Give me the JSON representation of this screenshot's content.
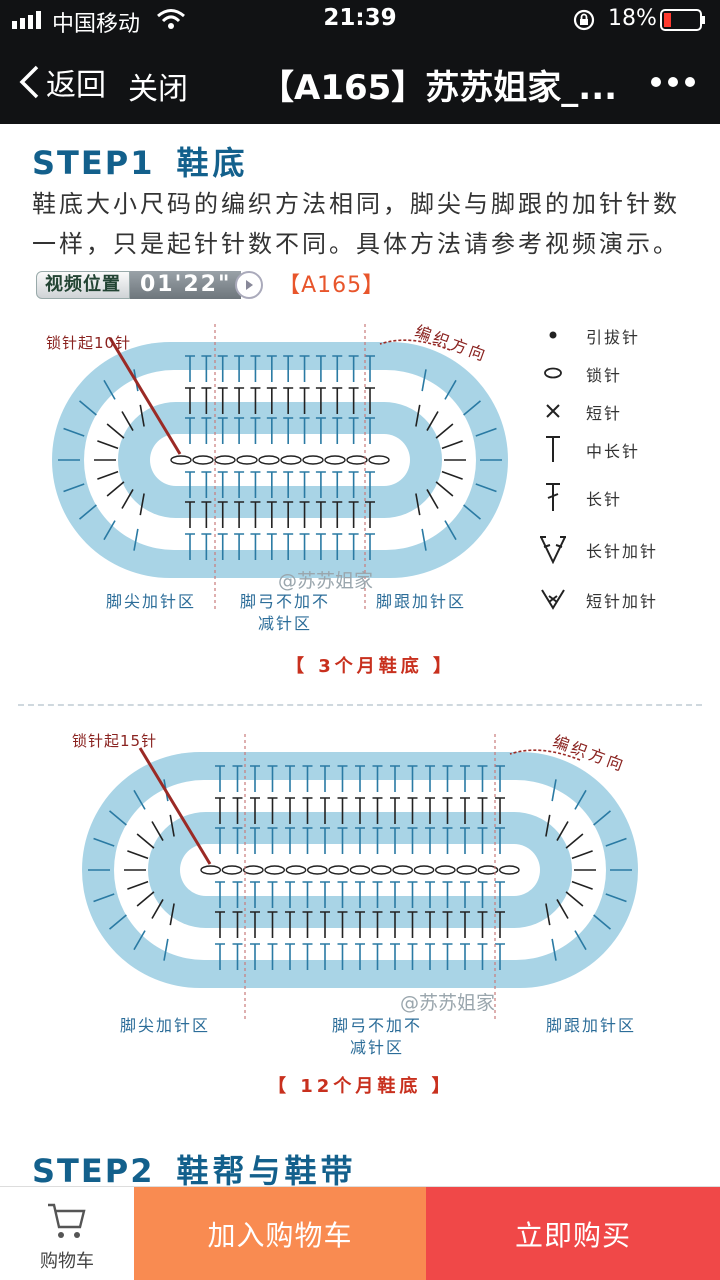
{
  "status_bar": {
    "carrier": "中国移动",
    "time": "21:39",
    "battery": "18%"
  },
  "nav": {
    "back_label": "返回",
    "close_label": "关闭",
    "title": "【A165】苏苏姐家_..."
  },
  "step1": {
    "step": "STEP1",
    "name": "鞋底",
    "description_a": "鞋底大小尺码的编织方法相同，脚尖与脚跟的加针针数一样，只是起针针数不同。具体方法请参考视频演示。",
    "video_label": "视频位置",
    "video_time": "01'22\"",
    "product_code": "【A165】"
  },
  "diagram1": {
    "chain_note": "锁针起10针",
    "direction": "编织方向",
    "watermark": "@苏苏姐家",
    "zone_toe": "脚尖加针区",
    "zone_arch_1": "脚弓不加不",
    "zone_arch_2": "减针区",
    "zone_heel": "脚跟加针区",
    "caption": "【 3个月鞋底 】"
  },
  "diagram2": {
    "chain_note": "锁针起15针",
    "direction": "编织方向",
    "watermark": "@苏苏姐家",
    "zone_toe": "脚尖加针区",
    "zone_arch_1": "脚弓不加不",
    "zone_arch_2": "减针区",
    "zone_heel": "脚跟加针区",
    "caption": "【 12个月鞋底 】"
  },
  "legend": [
    {
      "icon": "dot-icon",
      "label": "引拔针"
    },
    {
      "icon": "oval-icon",
      "label": "锁针"
    },
    {
      "icon": "cross-icon",
      "label": "短针"
    },
    {
      "icon": "half-double-icon",
      "label": "中长针"
    },
    {
      "icon": "double-icon",
      "label": "长针"
    },
    {
      "icon": "double-increase-icon",
      "label": "长针加针"
    },
    {
      "icon": "single-increase-icon",
      "label": "短针加针"
    }
  ],
  "step2": {
    "step": "STEP2",
    "name": "鞋帮与鞋带"
  },
  "bottom_bar": {
    "cart_label": "购物车",
    "add_to_cart": "加入购物车",
    "buy_now": "立即购买"
  },
  "colors": {
    "topbar": "#111214",
    "step_title": "#13608c",
    "pattern_blue": "#a9d4e6",
    "stitch_blue": "#2a7aa3",
    "add_cart_orange": "#f98b51",
    "buy_now_red": "#f04848"
  }
}
